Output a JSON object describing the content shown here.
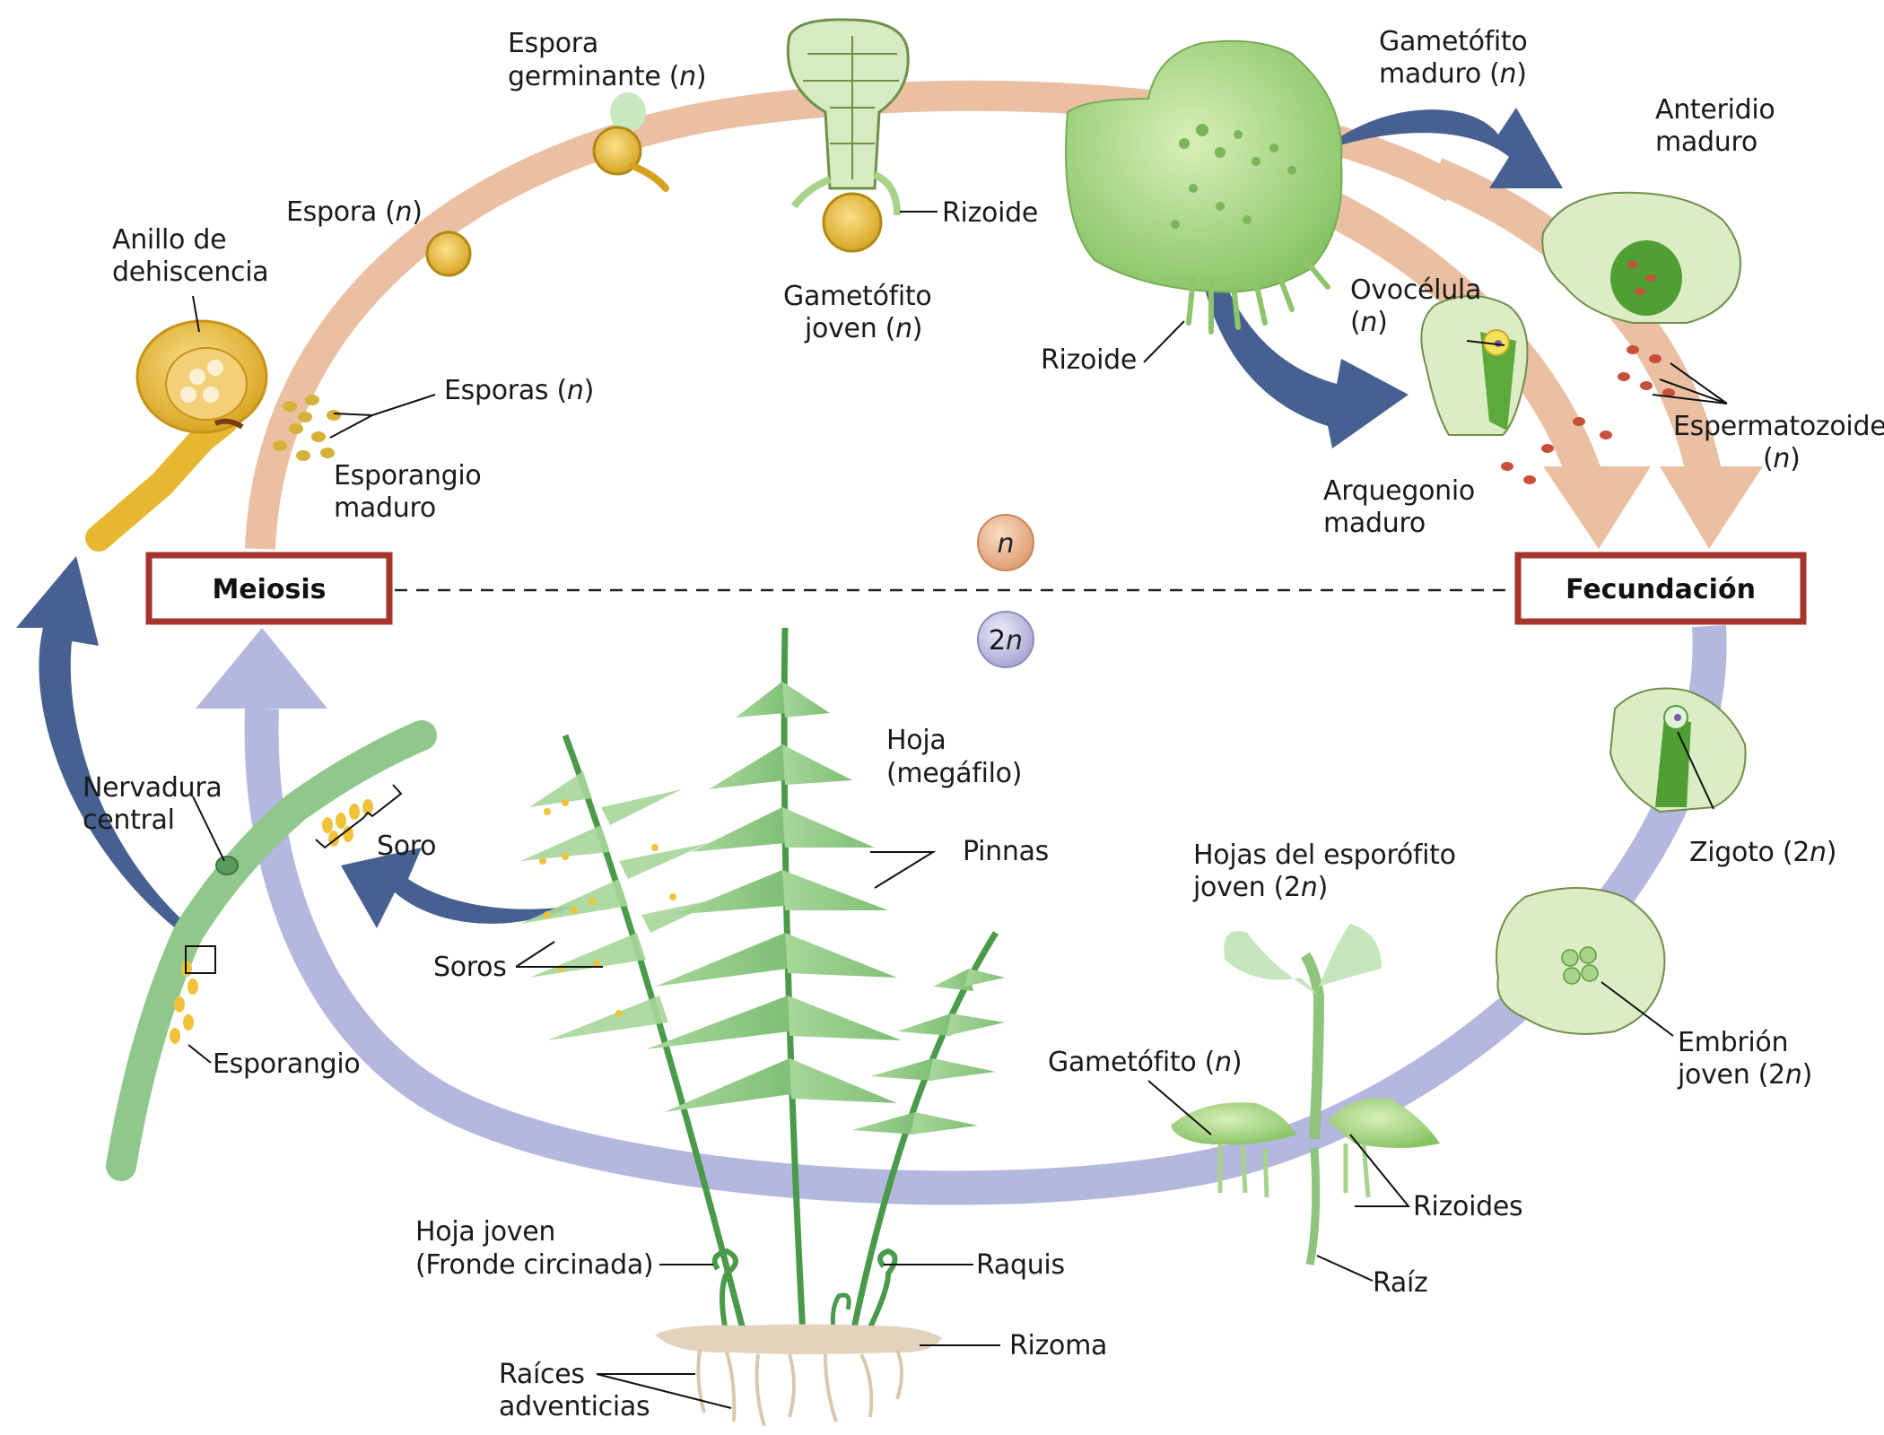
{
  "title": "Ciclo de vida de un helecho",
  "colors": {
    "haploid_arc": "#EBC0A2",
    "diploid_arc": "#B4B7DE",
    "process_arrow": "#476092",
    "stage_box_border": "#A5342A",
    "ploidy_n": "#E9B48E",
    "ploidy_2n": "#C7C6E6",
    "plant_green": "#8CC46E",
    "sporangium_gold": "#E8B732"
  },
  "stages": {
    "meiosis": "Meiosis",
    "fecundacion": "Fecundación"
  },
  "ploidy": {
    "haploid": "n",
    "diploid_prefix": "2",
    "diploid_suffix": "n"
  },
  "labels": {
    "espora_germinante_1": "Espora",
    "espora_germinante_2": "germinante (",
    "espora_germinante_n": "n",
    "espora_germinante_close": ")",
    "espora": "Espora (",
    "espora_n": "n",
    "espora_close": ")",
    "anillo_1": "Anillo de",
    "anillo_2": "dehiscencia",
    "esporas": "Esporas (",
    "esporas_n": "n",
    "esporas_close": ")",
    "esporangio_maduro_1": "Esporangio",
    "esporangio_maduro_2": "maduro",
    "rizoide_joven": "Rizoide",
    "gametofito_joven_1": "Gametófito",
    "gametofito_joven_2": "joven (",
    "gametofito_joven_n": "n",
    "gametofito_joven_close": ")",
    "rizoide_maduro": "Rizoide",
    "gametofito_maduro_1": "Gametófito",
    "gametofito_maduro_2": "maduro (",
    "gametofito_maduro_n": "n",
    "gametofito_maduro_close": ")",
    "anteridio_1": "Anteridio",
    "anteridio_2": "maduro",
    "ovocelula_1": "Ovocélula",
    "ovocelula_2_open": "(",
    "ovocelula_n": "n",
    "ovocelula_close": ")",
    "espermatozoide_1": "Espermatozoide",
    "espermatozoide_2_open": "(",
    "espermatozoide_n": "n",
    "espermatozoide_close": ")",
    "arquegonio_1": "Arquegonio",
    "arquegonio_2": "maduro",
    "zigoto": "Zigoto (2",
    "zigoto_n": "n",
    "zigoto_close": ")",
    "embrion_1": "Embrión",
    "embrion_2": "joven (2",
    "embrion_n": "n",
    "embrion_close": ")",
    "hojas_esporofito_1": "Hojas del esporófito",
    "hojas_esporofito_2": "joven (2",
    "hojas_esporofito_n": "n",
    "hojas_esporofito_close": ")",
    "gametofito_n": "Gametófito (",
    "gametofito_n_n": "n",
    "gametofito_n_close": ")",
    "rizoides": "Rizoides",
    "raiz": "Raíz",
    "hoja_megafilo_1": "Hoja",
    "hoja_megafilo_2": "(megáfilo)",
    "pinnas": "Pinnas",
    "soros": "Soros",
    "soro": "Soro",
    "nervadura_1": "Nervadura",
    "nervadura_2": "central",
    "esporangio": "Esporangio",
    "hoja_joven_1": "Hoja joven",
    "hoja_joven_2": "(Fronde circinada)",
    "raquis": "Raquis",
    "rizoma": "Rizoma",
    "raices_1": "Raíces",
    "raices_2": "adventicias"
  }
}
